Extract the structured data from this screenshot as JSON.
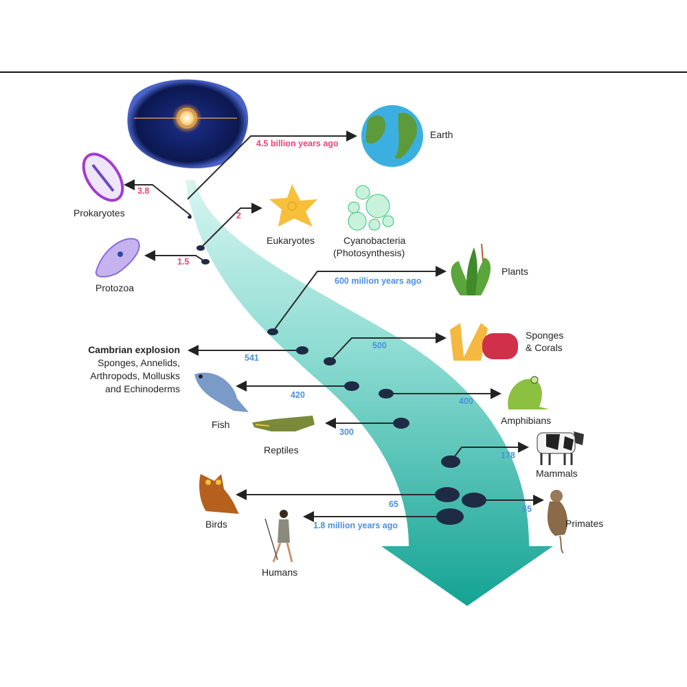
{
  "colors": {
    "pink": "#e8457a",
    "blue": "#4a8fe0",
    "dot": "#1f2a44",
    "arrow_top": "#c6f0ea",
    "arrow_bottom": "#14a394"
  },
  "labels": {
    "earth": "Earth",
    "prokaryotes": "Prokaryotes",
    "eukaryotes": "Eukaryotes",
    "cyanobacteria": "Cyanobacteria",
    "photosynthesis": "(Photosynthesis)",
    "protozoa": "Protozoa",
    "plants": "Plants",
    "sponges_corals_1": "Sponges",
    "sponges_corals_2": "& Corals",
    "cambrian_title": "Cambrian explosion",
    "cambrian_1": "Sponges, Annelids,",
    "cambrian_2": "Arthropods, Mollusks",
    "cambrian_3": "and Echinoderms",
    "fish": "Fish",
    "amphibians": "Amphibians",
    "reptiles": "Reptiles",
    "mammals": "Mammals",
    "birds": "Birds",
    "primates": "Primates",
    "humans": "Humans"
  },
  "times": {
    "earth": "4.5 billion years ago",
    "prokaryotes": "3.8",
    "eukaryotes": "2",
    "protozoa": "1.5",
    "plants": "600 million years ago",
    "cambrian": "541",
    "sponges": "500",
    "fish": "420",
    "amphibians": "400",
    "reptiles": "300",
    "mammals": "178",
    "birds": "65",
    "primates": "55",
    "humans": "1.8 million years ago"
  }
}
